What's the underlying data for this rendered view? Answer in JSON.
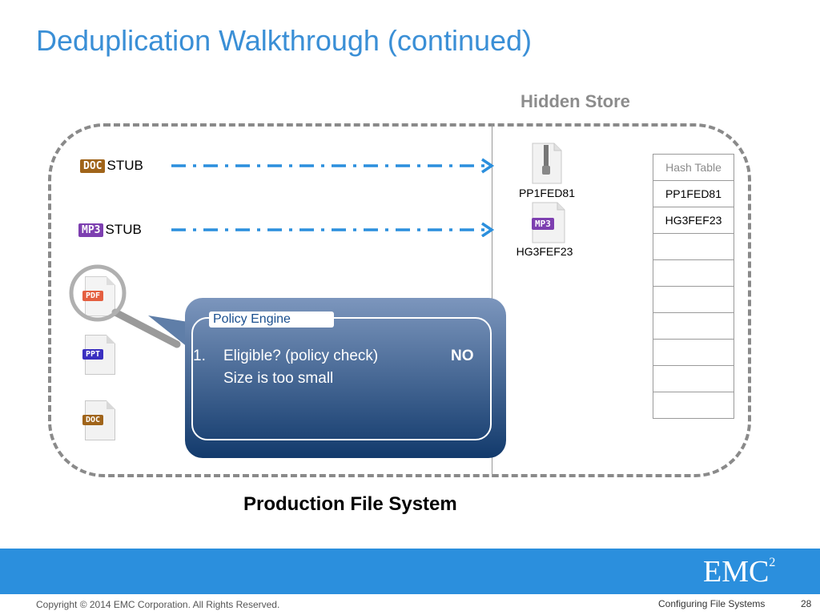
{
  "title": "Deduplication Walkthrough (continued)",
  "hidden_store_label": "Hidden Store",
  "production_fs_label": "Production File System",
  "stubs": [
    {
      "badge": "DOC",
      "label": "STUB"
    },
    {
      "badge": "MP3",
      "label": "STUB"
    }
  ],
  "hidden_store_files": [
    {
      "icon": "zip-file-icon",
      "hash": "PP1FED81"
    },
    {
      "icon": "mp3-file-icon",
      "badge": "MP3",
      "hash": "HG3FEF23"
    }
  ],
  "file_list": [
    {
      "badge": "PDF",
      "color": "#e0431f"
    },
    {
      "badge": "PPT",
      "color": "#3a2fc0"
    },
    {
      "badge": "DOC",
      "color": "#a0641a"
    }
  ],
  "hash_table": {
    "header": "Hash Table",
    "rows": [
      "PP1FED81",
      "HG3FEF23",
      "",
      "",
      "",
      "",
      "",
      "",
      ""
    ]
  },
  "policy_engine": {
    "title": "Policy Engine",
    "step_number": "1.",
    "step_text": "Eligible? (policy check)",
    "result": "NO",
    "reason": "Size is too small"
  },
  "footer": {
    "brand": "EMC",
    "brand_sup": "2",
    "copyright": "Copyright © 2014 EMC Corporation. All Rights Reserved.",
    "section": "Configuring File Systems",
    "page": "28"
  },
  "colors": {
    "title": "#3a8fd6",
    "arrow": "#2b8fdd",
    "footer_band": "#2b8fdd",
    "policy_top": "#7c96bd",
    "policy_bottom": "#123a6c"
  }
}
